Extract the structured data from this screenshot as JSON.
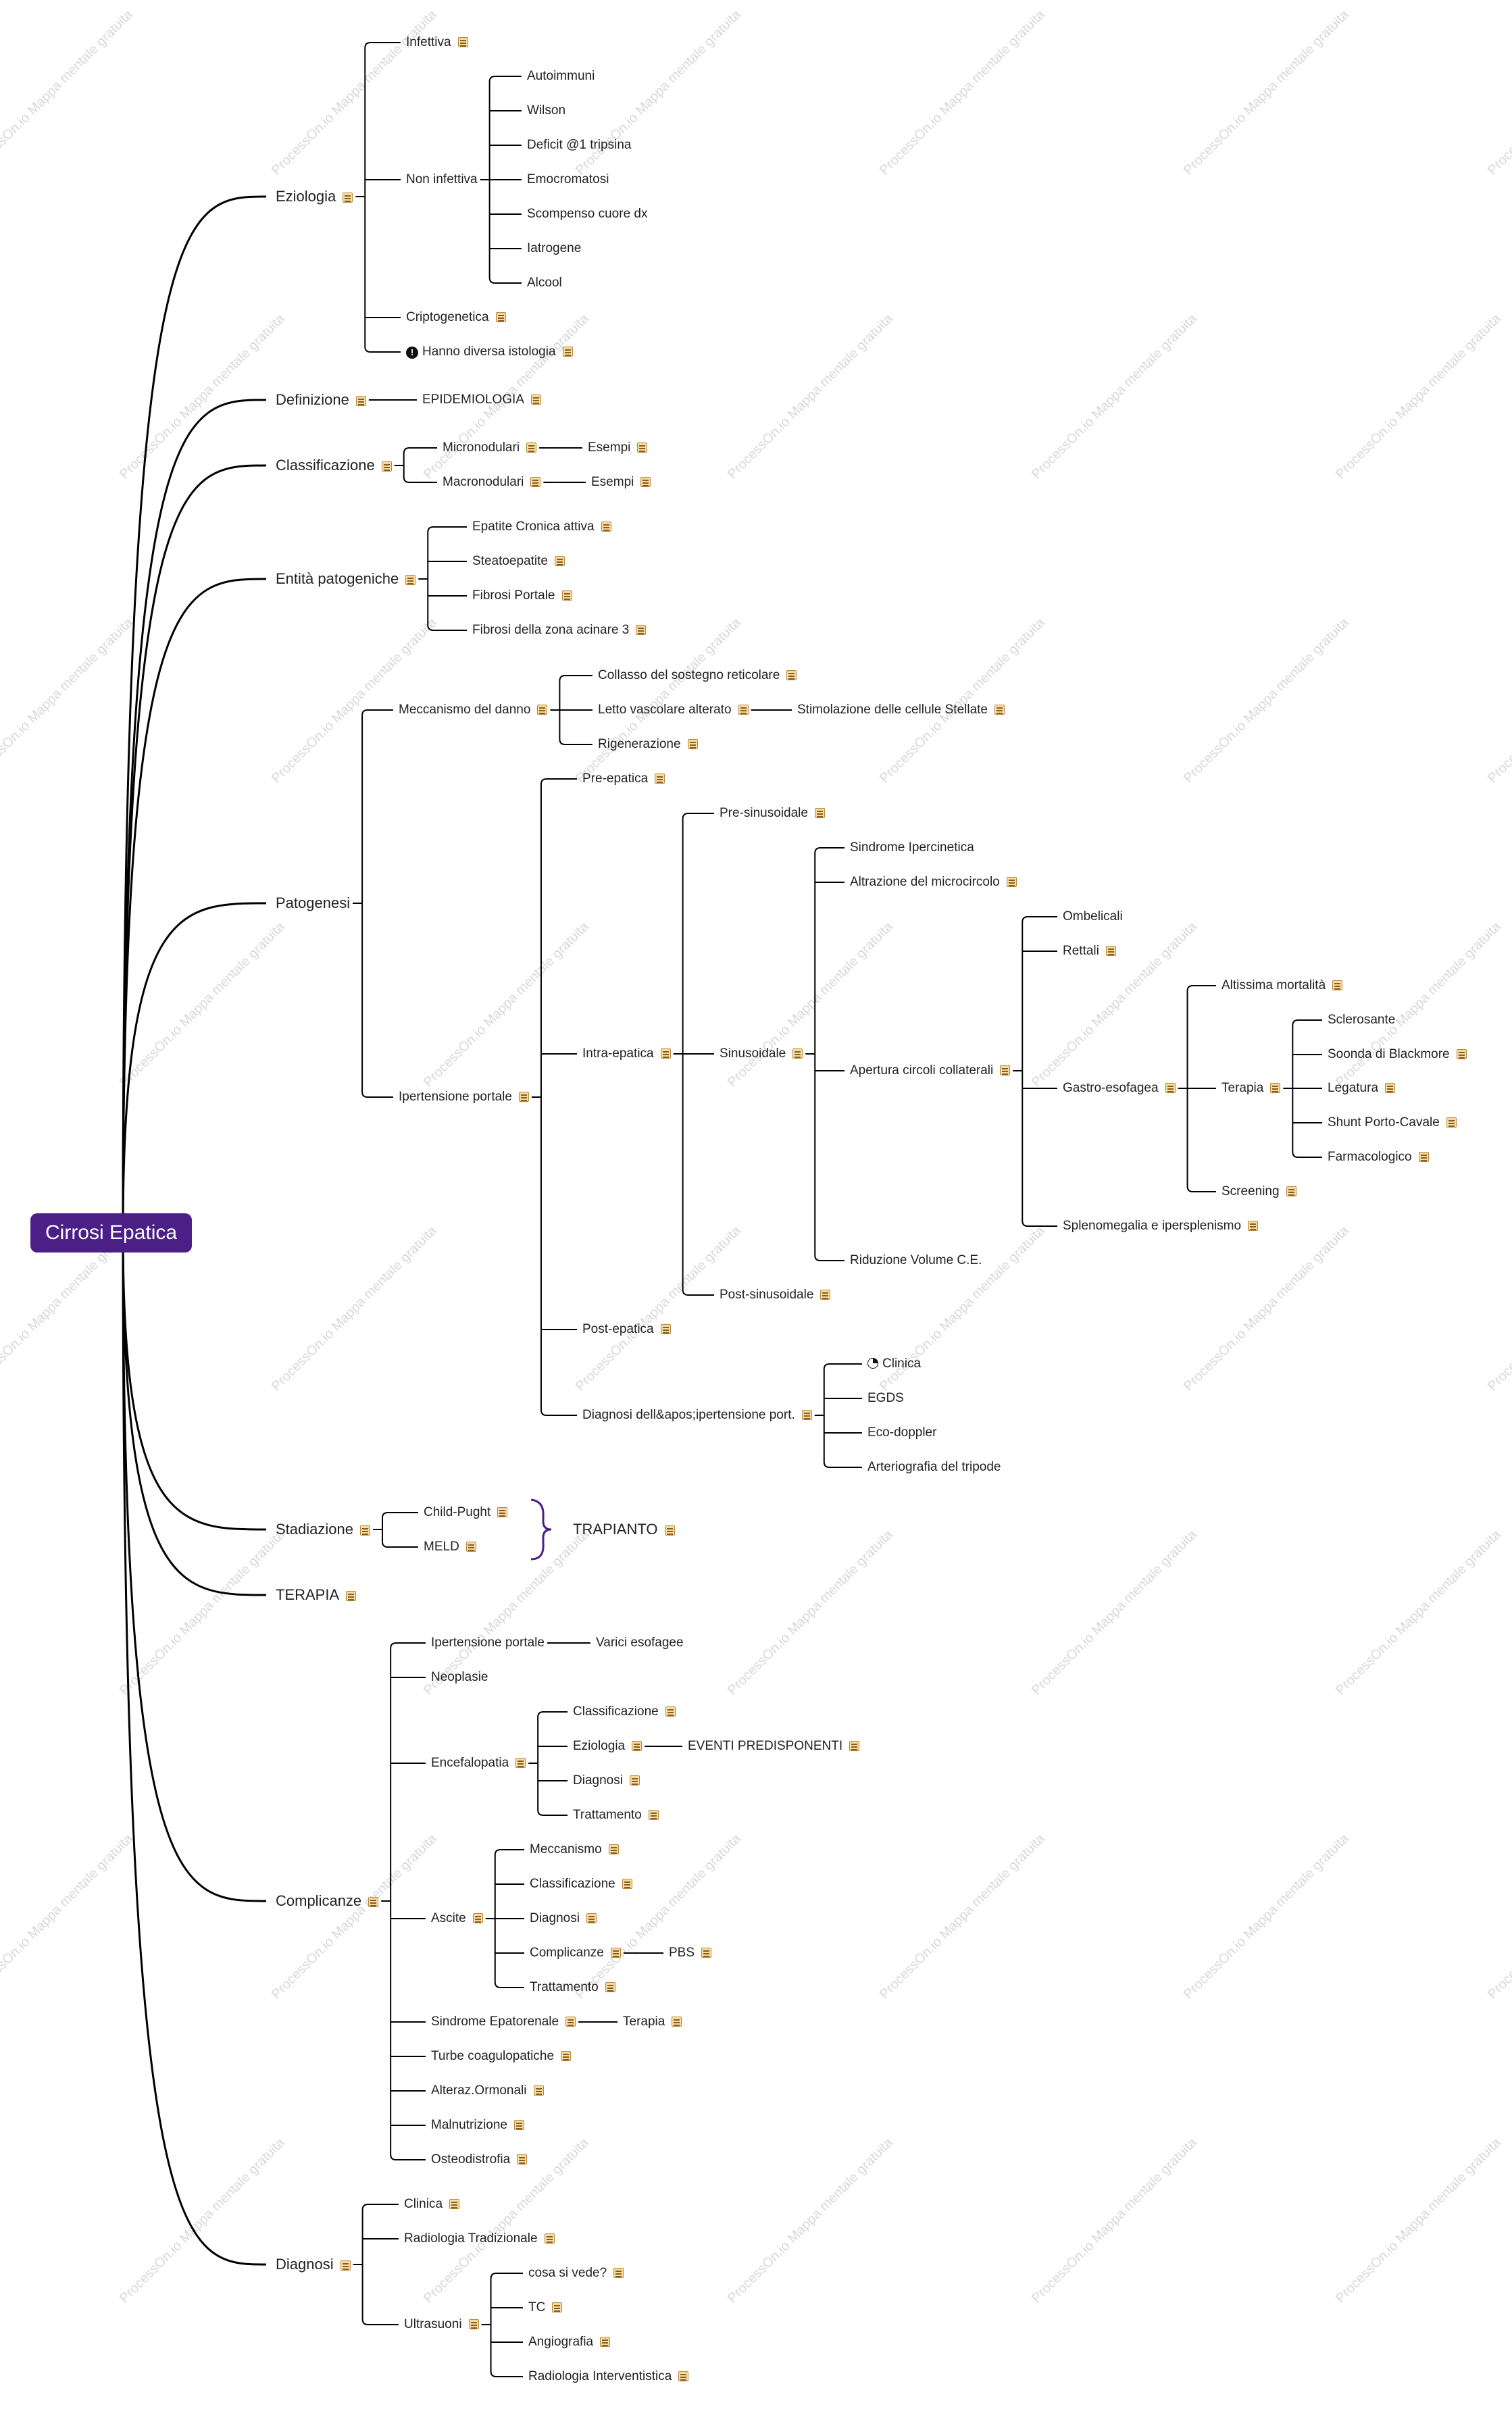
{
  "root": "Cirrosi Epatica",
  "watermark_text": "ProcessOn.io Mappa mentale gratuita",
  "colors": {
    "accent": "#4b1f86",
    "line": "#000000",
    "watermark": "#d8d8d8"
  },
  "nodes": {
    "eziologia": "Eziologia",
    "infettiva": "Infettiva",
    "non_infettiva": "Non infettiva",
    "autoimmuni": "Autoimmuni",
    "wilson": "Wilson",
    "deficit": "Deficit @1 tripsina",
    "emocromatosi": "Emocromatosi",
    "scompenso": "Scompenso cuore dx",
    "iatrogene": "Iatrogene",
    "alcool": "Alcool",
    "criptogenetica": "Criptogenetica",
    "diversa_istologia": "Hanno diversa istologia",
    "definizione": "Definizione",
    "epidemiologia": "EPIDEMIOLOGIA",
    "classificazione": "Classificazione",
    "micronodulari": "Micronodulari",
    "macronodulari": "Macronodulari",
    "esempi": "Esempi",
    "entita": "Entità patogeniche",
    "epatite_cronica": "Epatite Cronica attiva",
    "steatoepatite": "Steatoepatite",
    "fibrosi_portale": "Fibrosi Portale",
    "fibrosi_acinare": "Fibrosi della zona acinare 3",
    "patogenesi": "Patogenesi",
    "meccanismo_danno": "Meccanismo del danno",
    "collasso": "Collasso del sostegno reticolare",
    "letto_vascolare": "Letto vascolare alterato",
    "stimolazione": "Stimolazione delle cellule Stellate",
    "rigenerazione": "Rigenerazione",
    "ipertensione_portale": "Ipertensione portale",
    "pre_epatica": "Pre-epatica",
    "intra_epatica": "Intra-epatica",
    "post_epatica": "Post-epatica",
    "diagnosi_ip": "Diagnosi dell&apos;ipertensione port.",
    "pre_sinusoidale": "Pre-sinusoidale",
    "sinusoidale": "Sinusoidale",
    "post_sinusoidale": "Post-sinusoidale",
    "sindrome_ipercinetica": "Sindrome Ipercinetica",
    "altrazione": "Altrazione del microcircolo",
    "apertura": "Apertura circoli collaterali",
    "riduzione": "Riduzione Volume C.E.",
    "ombelicali": "Ombelicali",
    "rettali": "Rettali",
    "gastro": "Gastro-esofagea",
    "splenomegalia": "Splenomegalia e ipersplenismo",
    "altissima": "Altissima mortalità",
    "terapia": "Terapia",
    "screening": "Screening",
    "sclerosante": "Sclerosante",
    "soonda": "Soonda di Blackmore",
    "legatura": "Legatura",
    "shunt": "Shunt Porto-Cavale",
    "farmacologico": "Farmacologico",
    "clinica": "Clinica",
    "egds": "EGDS",
    "eco_doppler": "Eco-doppler",
    "arteriografia": "Arteriografia del tripode",
    "stadiazione": "Stadiazione",
    "child": "Child-Pught",
    "meld": "MELD",
    "trapianto": "TRAPIANTO",
    "terapia_main": "TERAPIA",
    "complicanze": "Complicanze",
    "varici": "Varici esofagee",
    "neoplasie": "Neoplasie",
    "encefalopatia": "Encefalopatia",
    "eziologia_sub": "Eziologia",
    "eventi": "EVENTI PREDISPONENTI",
    "diagnosi_sub": "Diagnosi",
    "trattamento": "Trattamento",
    "ascite": "Ascite",
    "meccanismo": "Meccanismo",
    "complicanze_sub": "Complicanze",
    "pbs": "PBS",
    "sindrome_epatorenale": "Sindrome Epatorenale",
    "turbe": "Turbe coagulopatiche",
    "alteraz": "Alteraz.Ormonali",
    "malnutrizione": "Malnutrizione",
    "osteodistrofia": "Osteodistrofia",
    "diagnosi": "Diagnosi",
    "radiologia_trad": "Radiologia Tradizionale",
    "ultrasuoni": "Ultrasuoni",
    "cosa_si_vede": "cosa si vede?",
    "tc": "TC",
    "angiografia": "Angiografia",
    "radiologia_int": "Radiologia Interventistica"
  }
}
